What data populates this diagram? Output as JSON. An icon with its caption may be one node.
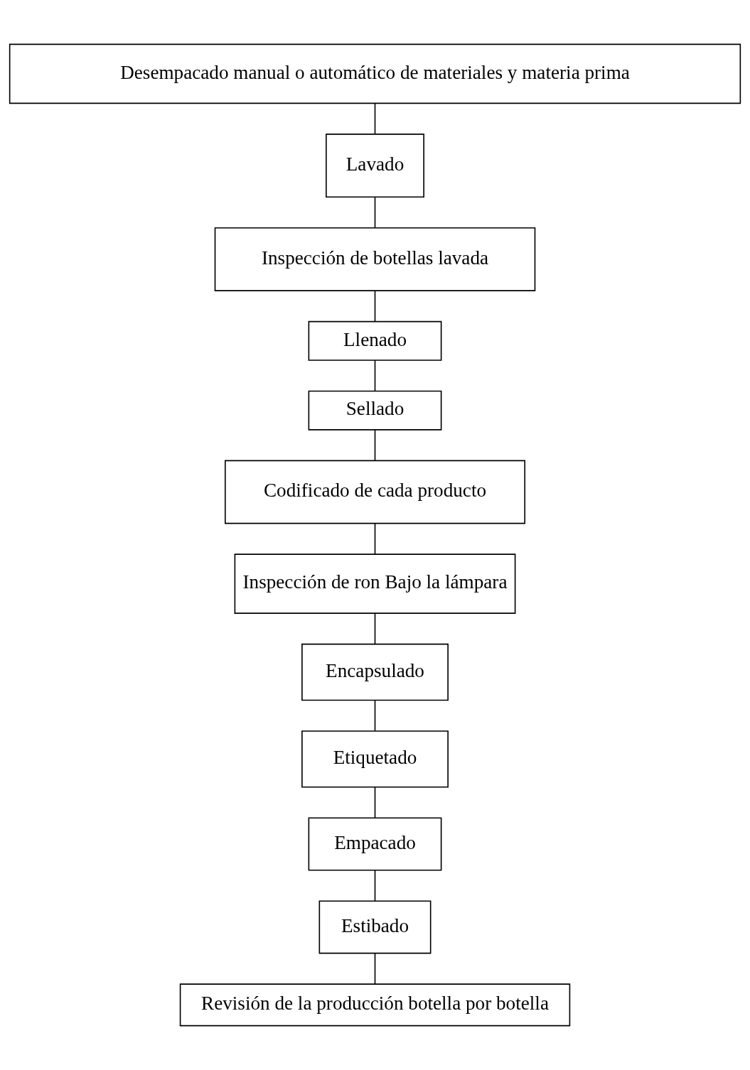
{
  "diagram": {
    "nodes": [
      {
        "text": [
          "Desempacado manual o automático de materiales y materia prima"
        ]
      },
      {
        "text": [
          "Lavado"
        ]
      },
      {
        "text": [
          "Inspección de botellas lavada"
        ]
      },
      {
        "text": [
          "Llenado"
        ]
      },
      {
        "text": [
          "Sellado"
        ]
      },
      {
        "text": [
          "Codificado de cada producto"
        ]
      },
      {
        "text": [
          "Inspección de ron Bajo la lámpara"
        ]
      },
      {
        "text": [
          "Encapsulado"
        ]
      },
      {
        "text": [
          "Etiquetado"
        ]
      },
      {
        "text": [
          "Empacado"
        ]
      },
      {
        "text": [
          "Estibado"
        ]
      },
      {
        "text": [
          "Revisión de la producción botella por botella"
        ]
      }
    ],
    "edges": [
      {
        "from": 0,
        "to": 1,
        "arrow": "none"
      },
      {
        "from": 1,
        "to": 2,
        "arrow": "none"
      },
      {
        "from": 2,
        "to": 3,
        "arrow": "none"
      },
      {
        "from": 3,
        "to": 4,
        "arrow": "none"
      },
      {
        "from": 4,
        "to": 5,
        "arrow": "none"
      },
      {
        "from": 5,
        "to": 6,
        "arrow": "none"
      },
      {
        "from": 6,
        "to": 7,
        "arrow": "none"
      },
      {
        "from": 7,
        "to": 8,
        "arrow": "none"
      },
      {
        "from": 8,
        "to": 9,
        "arrow": "none"
      },
      {
        "from": 9,
        "to": 10,
        "arrow": "none"
      },
      {
        "from": 10,
        "to": 11,
        "arrow": "none"
      }
    ]
  }
}
